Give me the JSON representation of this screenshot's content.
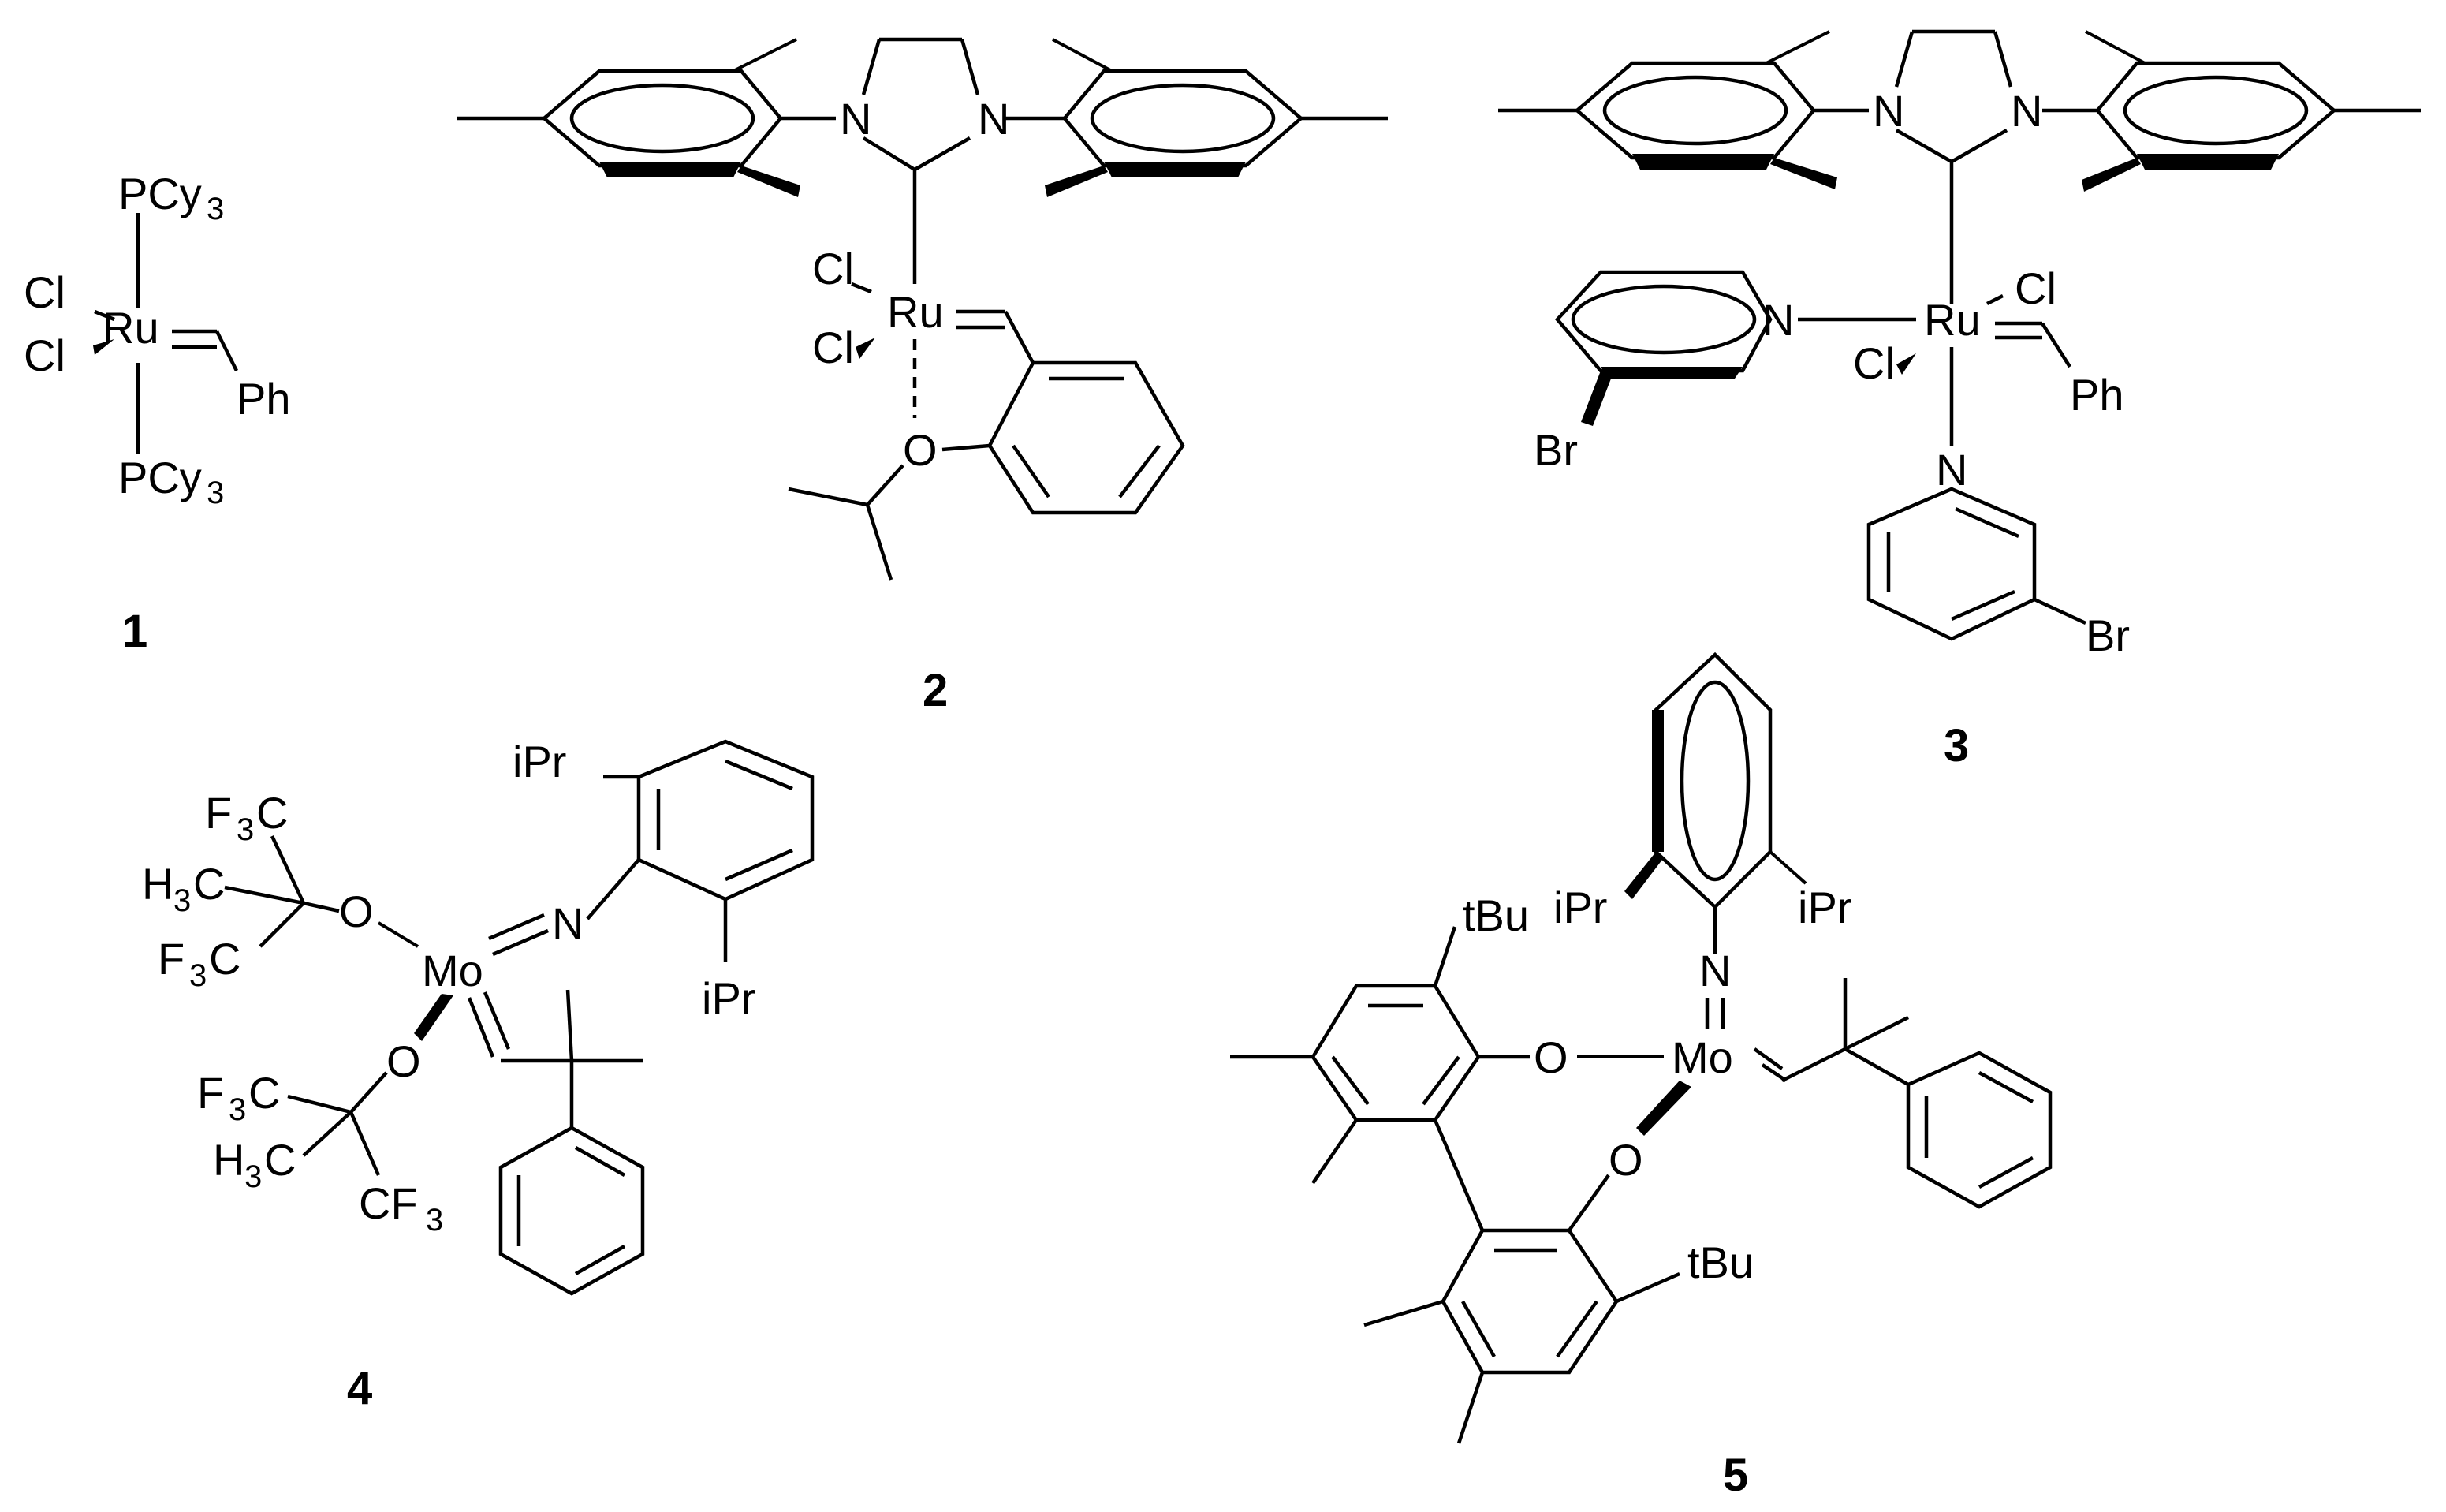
{
  "compounds": [
    {
      "number": "1",
      "labels": [
        "PCy",
        "Cl",
        "Cl",
        "Ru",
        "Ph",
        "PCy"
      ],
      "subscripts": [
        "3",
        "3"
      ]
    },
    {
      "number": "2",
      "labels": [
        "N",
        "N",
        "Cl",
        "Cl",
        "Ru",
        "O"
      ]
    },
    {
      "number": "3",
      "labels": [
        "N",
        "N",
        "N",
        "Ru",
        "Cl",
        "Cl",
        "Ph",
        "Br",
        "N",
        "Br"
      ]
    },
    {
      "number": "4",
      "labels": [
        "iPr",
        "F",
        "C",
        "H",
        "C",
        "O",
        "N",
        "F",
        "C",
        "Mo",
        "iPr",
        "O",
        "F",
        "C",
        "H",
        "C",
        "CF"
      ],
      "subscripts": [
        "3",
        "3",
        "3",
        "3",
        "3",
        "3"
      ]
    },
    {
      "number": "5",
      "labels": [
        "tBu",
        "iPr",
        "iPr",
        "N",
        "O",
        "Mo",
        "O",
        "tBu"
      ]
    }
  ]
}
